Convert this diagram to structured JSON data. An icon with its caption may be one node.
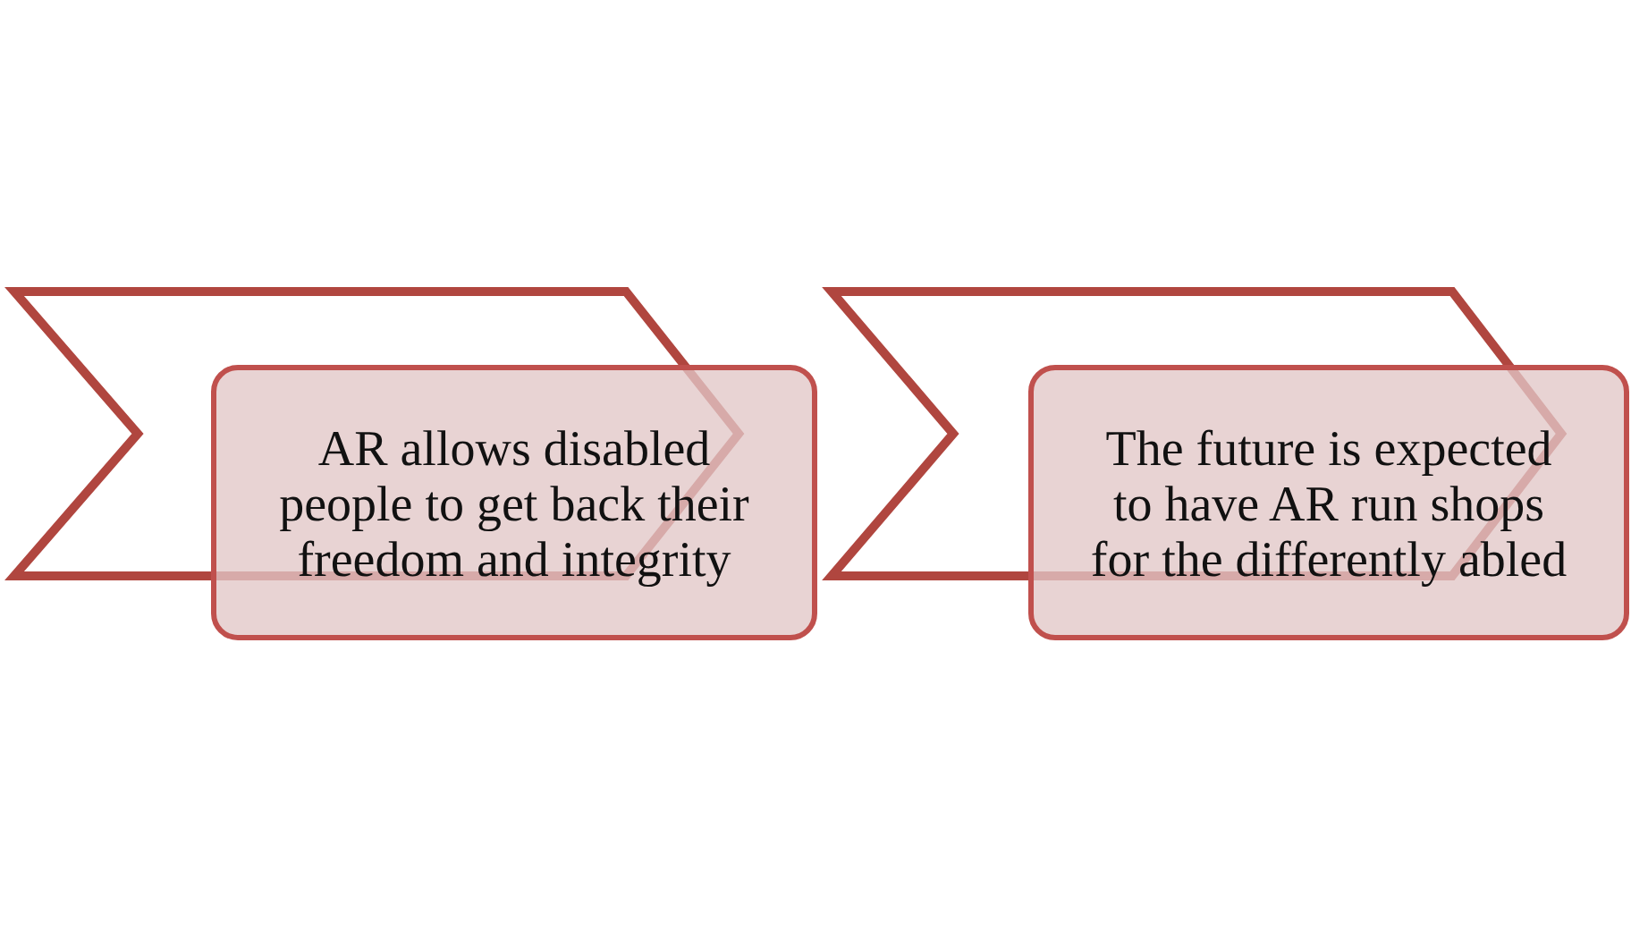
{
  "diagram": {
    "nodes": [
      {
        "text": [],
        "shape": "chevron"
      },
      {
        "text": [
          "AR allows disabled people to get back their freedom and integrity"
        ]
      },
      {
        "text": [],
        "shape": "chevron"
      },
      {
        "text": [
          "The future is expected to have AR run shops for the differently abled"
        ]
      }
    ]
  }
}
